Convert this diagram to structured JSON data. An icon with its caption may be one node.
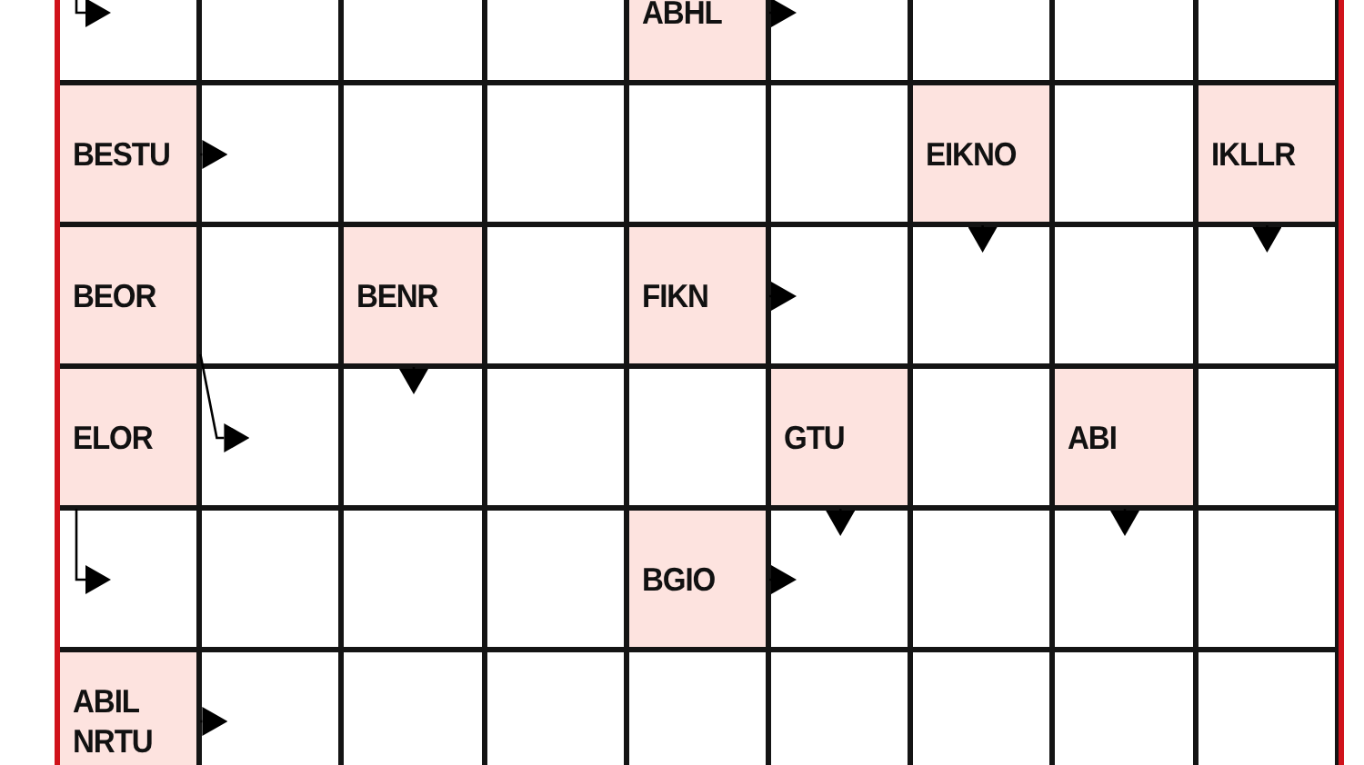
{
  "diagram": {
    "nodes": [
      {
        "text": [],
        "shape": "box"
      },
      {
        "text": [],
        "shape": "box"
      },
      {
        "text": [],
        "shape": "box"
      },
      {
        "text": [],
        "shape": "box"
      },
      {
        "text": [
          "ABHL"
        ]
      },
      {
        "text": [],
        "shape": "box"
      },
      {
        "text": [],
        "shape": "box"
      },
      {
        "text": [],
        "shape": "box"
      },
      {
        "text": [],
        "shape": "box"
      },
      {
        "text": [
          "BESTU"
        ]
      },
      {
        "text": [],
        "shape": "box"
      },
      {
        "text": [],
        "shape": "box"
      },
      {
        "text": [],
        "shape": "box"
      },
      {
        "text": [],
        "shape": "box"
      },
      {
        "text": [],
        "shape": "box"
      },
      {
        "text": [
          "EIKNO"
        ]
      },
      {
        "text": [],
        "shape": "box"
      },
      {
        "text": [
          "IKLLR"
        ]
      },
      {
        "text": [
          "BEOR"
        ]
      },
      {
        "text": [],
        "shape": "box"
      },
      {
        "text": [
          "BENR"
        ]
      },
      {
        "text": [],
        "shape": "box"
      },
      {
        "text": [
          "FIKN"
        ]
      },
      {
        "text": [],
        "shape": "box"
      },
      {
        "text": [],
        "shape": "box"
      },
      {
        "text": [],
        "shape": "box"
      },
      {
        "text": [],
        "shape": "box"
      },
      {
        "text": [
          "ELOR"
        ]
      },
      {
        "text": [],
        "shape": "box"
      },
      {
        "text": [],
        "shape": "box"
      },
      {
        "text": [],
        "shape": "box"
      },
      {
        "text": [],
        "shape": "box"
      },
      {
        "text": [
          "GTU"
        ]
      },
      {
        "text": [],
        "shape": "box"
      },
      {
        "text": [
          "ABI"
        ]
      },
      {
        "text": [],
        "shape": "box"
      },
      {
        "text": [],
        "shape": "box"
      },
      {
        "text": [],
        "shape": "box"
      },
      {
        "text": [],
        "shape": "box"
      },
      {
        "text": [],
        "shape": "box"
      },
      {
        "text": [
          "BGIO"
        ]
      },
      {
        "text": [],
        "shape": "box"
      },
      {
        "text": [],
        "shape": "box"
      },
      {
        "text": [],
        "shape": "box"
      },
      {
        "text": [],
        "shape": "box"
      },
      {
        "text": [
          "ABIL NRTU"
        ]
      },
      {
        "text": [],
        "shape": "box"
      },
      {
        "text": [],
        "shape": "box"
      },
      {
        "text": [],
        "shape": "box"
      },
      {
        "text": [],
        "shape": "box"
      },
      {
        "text": [],
        "shape": "box"
      },
      {
        "text": [],
        "shape": "box"
      },
      {
        "text": [],
        "shape": "box"
      },
      {
        "text": [],
        "shape": "box"
      }
    ],
    "edges": [
      {
        "from": 4,
        "to": 5,
        "arrow": "to"
      },
      {
        "from": 9,
        "to": 10,
        "arrow": "to"
      },
      {
        "from": 15,
        "to": 24,
        "arrow": "to"
      },
      {
        "from": 17,
        "to": 26,
        "arrow": "to"
      },
      {
        "from": 20,
        "to": 29,
        "arrow": "to"
      },
      {
        "from": 22,
        "to": 23,
        "arrow": "to"
      },
      {
        "from": 32,
        "to": 41,
        "arrow": "to"
      },
      {
        "from": 34,
        "to": 43,
        "arrow": "to"
      },
      {
        "from": 40,
        "to": 41,
        "arrow": "to"
      },
      {
        "from": 45,
        "to": 46,
        "arrow": "to"
      },
      {
        "from": null,
        "to": 0,
        "arrow": "to"
      },
      {
        "from": 18,
        "to": 28,
        "arrow": "to"
      },
      {
        "from": 27,
        "to": 36,
        "arrow": "to"
      }
    ]
  }
}
